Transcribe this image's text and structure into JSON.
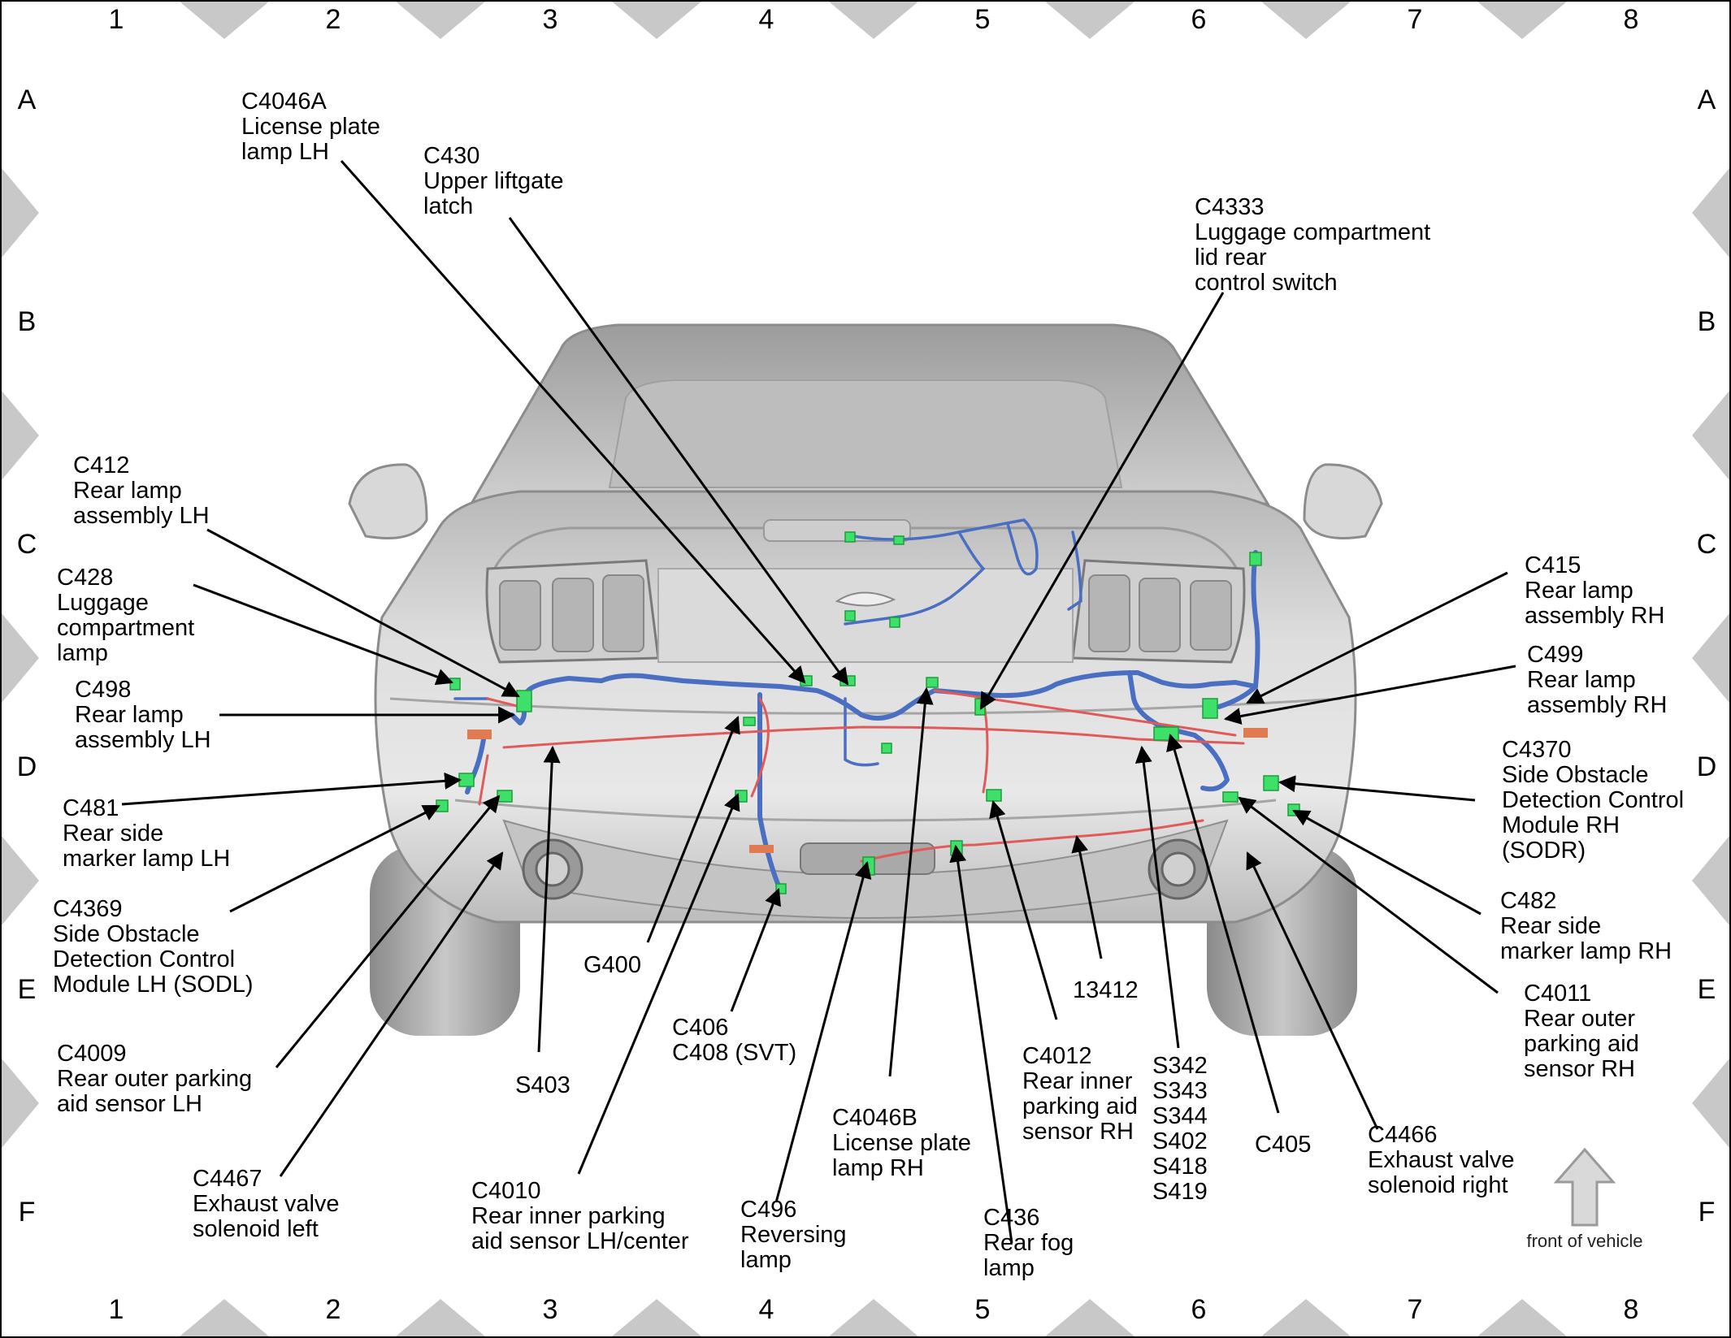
{
  "grid": {
    "columns": [
      "1",
      "2",
      "3",
      "4",
      "5",
      "6",
      "7",
      "8"
    ],
    "rows": [
      "A",
      "B",
      "C",
      "D",
      "E",
      "F"
    ]
  },
  "front_label": "front of vehicle",
  "callouts": [
    {
      "id": "c4046a",
      "lines": [
        "C4046A",
        "License plate",
        "lamp LH"
      ]
    },
    {
      "id": "c430",
      "lines": [
        "C430",
        "Upper liftgate",
        "latch"
      ]
    },
    {
      "id": "c4333",
      "lines": [
        "C4333",
        "Luggage compartment",
        "lid rear",
        "control switch"
      ]
    },
    {
      "id": "c412",
      "lines": [
        "C412",
        "Rear lamp",
        "assembly LH"
      ]
    },
    {
      "id": "c428",
      "lines": [
        "C428",
        "Luggage",
        "compartment",
        "lamp"
      ]
    },
    {
      "id": "c498",
      "lines": [
        "C498",
        "Rear lamp",
        "assembly LH"
      ]
    },
    {
      "id": "c481",
      "lines": [
        "C481",
        "Rear side",
        "marker lamp LH"
      ]
    },
    {
      "id": "c4369",
      "lines": [
        "C4369",
        "Side Obstacle",
        "Detection Control",
        "Module LH (SODL)"
      ]
    },
    {
      "id": "c4009",
      "lines": [
        "C4009",
        "Rear outer parking",
        "aid sensor LH"
      ]
    },
    {
      "id": "c4467",
      "lines": [
        "C4467",
        "Exhaust valve",
        "solenoid left"
      ]
    },
    {
      "id": "s403",
      "lines": [
        "S403"
      ]
    },
    {
      "id": "g400",
      "lines": [
        "G400"
      ]
    },
    {
      "id": "c4010",
      "lines": [
        "C4010",
        "Rear inner parking",
        "aid sensor LH/center"
      ]
    },
    {
      "id": "c406",
      "lines": [
        "C406",
        "C408 (SVT)"
      ]
    },
    {
      "id": "c496",
      "lines": [
        "C496",
        "Reversing",
        "lamp"
      ]
    },
    {
      "id": "c4046b",
      "lines": [
        "C4046B",
        "License plate",
        "lamp RH"
      ]
    },
    {
      "id": "c436",
      "lines": [
        "C436",
        "Rear fog",
        "lamp"
      ]
    },
    {
      "id": "c4012",
      "lines": [
        "C4012",
        "Rear inner",
        "parking aid",
        "sensor RH"
      ]
    },
    {
      "id": "n13412",
      "lines": [
        "13412"
      ]
    },
    {
      "id": "splices",
      "lines": [
        "S342",
        "S343",
        "S344",
        "S402",
        "S418",
        "S419"
      ]
    },
    {
      "id": "c405",
      "lines": [
        "C405"
      ]
    },
    {
      "id": "c4466",
      "lines": [
        "C4466",
        "Exhaust valve",
        "solenoid right"
      ]
    },
    {
      "id": "c415",
      "lines": [
        "C415",
        "Rear lamp",
        "assembly RH"
      ]
    },
    {
      "id": "c499",
      "lines": [
        "C499",
        "Rear lamp",
        "assembly RH"
      ]
    },
    {
      "id": "c4370",
      "lines": [
        "C4370",
        "Side Obstacle",
        "Detection Control",
        "Module RH",
        "(SODR)"
      ]
    },
    {
      "id": "c482",
      "lines": [
        "C482",
        "Rear side",
        "marker lamp RH"
      ]
    },
    {
      "id": "c4011",
      "lines": [
        "C4011",
        "Rear outer",
        "parking aid",
        "sensor RH"
      ]
    }
  ],
  "colors": {
    "wire_main": "#4a6fc2",
    "wire_secondary": "#e05a5a",
    "connector": "#3ee06a",
    "body": "#d4d4d4",
    "border_triangle": "#c8c8c8"
  }
}
